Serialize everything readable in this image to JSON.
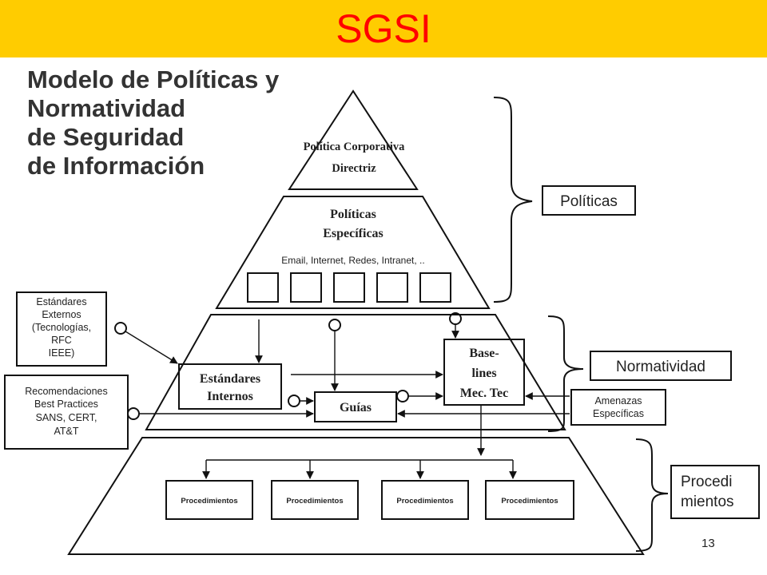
{
  "slide": {
    "banner_title": "SGSI",
    "heading": [
      "Modelo de Políticas y",
      "Normatividad",
      "de Seguridad",
      "de Información"
    ],
    "page_number": "13"
  },
  "diagram": {
    "top_tier": {
      "line1": "Política Corporativa",
      "line2": "Directriz"
    },
    "policies_tier": {
      "line1": "Políticas",
      "line2": "Específicas",
      "examples": "Email, Internet, Redes, Intranet, .."
    },
    "norms_tier": {
      "internal_standards": [
        "Estándares",
        "Internos"
      ],
      "guides": "Guías",
      "baselines": [
        "Base-",
        "lines",
        "Mec. Tec"
      ]
    },
    "external_standards": [
      "Estándares",
      "Externos",
      "(Tecnologías,",
      "RFC",
      "IEEE)"
    ],
    "recommendations": [
      "Recomendaciones",
      "Best Practices",
      "SANS, CERT,",
      "AT&T"
    ],
    "specific_threats": [
      "Amenazas",
      "Específicas"
    ],
    "procedures": [
      "Procedimientos",
      "Procedimientos",
      "Procedimientos",
      "Procedimientos"
    ],
    "side_labels": {
      "policies": "Políticas",
      "norms": "Normatividad",
      "procedures": [
        "Procedi",
        "mientos"
      ]
    }
  },
  "colors": {
    "banner": "#ffcc00",
    "title": "#ff0000"
  }
}
